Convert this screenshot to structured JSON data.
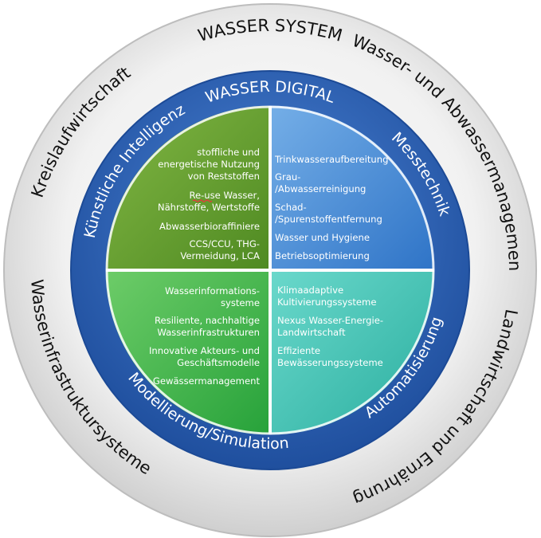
{
  "outer_ring": {
    "top": "WASSER SYSTEM",
    "right": "Wasser- und Abwassermanagement",
    "bottom": "Landwirtschaft und Ernährung",
    "left_lower": "Wasserinfrastruktursysteme",
    "left_upper": "Kreislaufwirtschaft"
  },
  "middle_ring": {
    "top": "WASSER DIGITAL",
    "right_upper": "Messtechnik",
    "right_lower": "Automatisierung",
    "bottom": "Modellierung/Simulation",
    "left": "Künstliche Intelligenz"
  },
  "quadrants": {
    "top_left": [
      "stoffliche und",
      "energetische Nutzung",
      "von Reststoffen",
      "Re-use Wasser,",
      "Nährstoffe, Wertstoffe",
      "Abwasserbioraffiniere",
      "CCS/CCU, THG-",
      "Vermeidung, LCA"
    ],
    "top_right": [
      "Trinkwasseraufbereitung",
      "Grau-",
      "/Abwasserreinigung",
      "Schad-",
      "/Spurenstoffentfernung",
      "Wasser und Hygiene",
      "Betriebsoptimierung"
    ],
    "bottom_left": [
      "Wasserinformations-",
      "systeme",
      "Resiliente, nachhaltige",
      "Wasserinfrastrukturen",
      "Innovative Akteurs- und",
      "Geschäftsmodelle",
      "Gewässermanagement"
    ],
    "bottom_right": [
      "Klimaadaptive",
      "Kultivierungssysteme",
      "Nexus Wasser-Energie-",
      "Landwirtschaft",
      "Effiziente",
      "Bewässerungssysteme"
    ]
  },
  "colors": {
    "outer_ring": "#e2e2e2",
    "middle_ring": "#2f5faf",
    "top_left": "#6aa12f",
    "top_right": "#4a8fd6",
    "bottom_left": "#3dae4b",
    "bottom_right": "#40c0b6",
    "spell_underline": "#e23b3b"
  }
}
